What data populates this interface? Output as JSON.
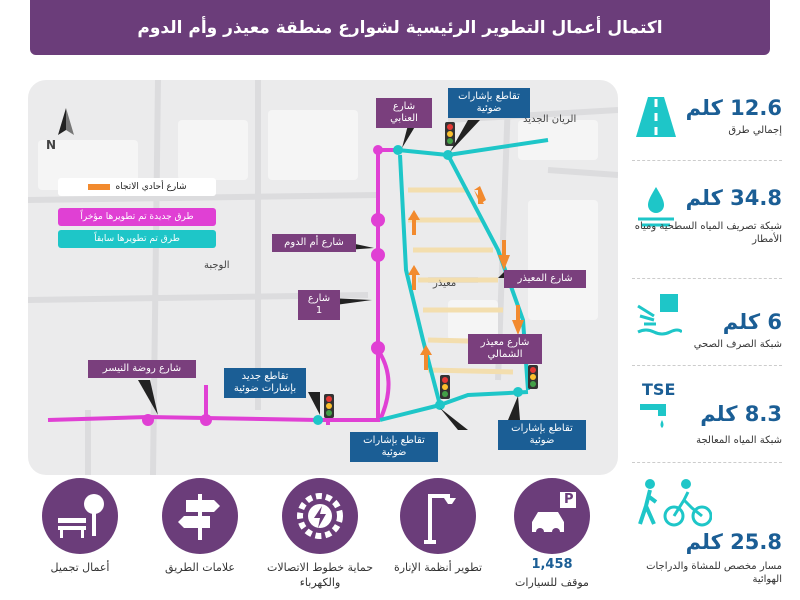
{
  "title": "اكتمال أعمال التطوير الرئيسية لشوارع منطقة معيذر وأم الدوم",
  "map": {
    "north": "N",
    "legend": {
      "one_way": "شارع أحادي الاتجاه",
      "new_roads": "طرق جديدة تم تطويرها مؤخراً",
      "old_roads": "طرق تم تطويرها سابقاً"
    },
    "areas": {
      "rayyan": "الريان الجديد",
      "wajba": "الوجبة",
      "muaither": "معيذر"
    },
    "streets": {
      "anabi": "شارع العنابي",
      "umm_aldoom": "شارع أم الدوم",
      "street1": "شارع 1",
      "rawdat": "شارع روضة النيسر",
      "muaither": "شارع المعيذر",
      "muaither_north": "شارع معيذر الشمالي"
    },
    "intersections": {
      "signal_top": "تقاطع بإشارات ضوئية",
      "new_signal": "تقاطع جديد بإشارات ضوئية",
      "signal_bottom_mid": "تقاطع بإشارات ضوئية",
      "signal_bottom_right": "تقاطع بإشارات ضوئية"
    }
  },
  "stats": [
    {
      "number": "12.6 كلم",
      "label": "إجمالي طرق",
      "icon": "road-icon"
    },
    {
      "number": "34.8 كلم",
      "label": "شبكة تصريف المياه السطحية ومياه الأمطار",
      "icon": "rain-drain-icon"
    },
    {
      "number": "6 كلم",
      "label": "شبكة الصرف الصحي",
      "icon": "sewage-icon"
    },
    {
      "number": "8.3 كلم",
      "label": "شبكة المياه المعالجة",
      "icon": "tse-tap-icon",
      "icon_text": "TSE"
    },
    {
      "number": "25.8 كلم",
      "label": "مسار مخصص للمشاة والدراجات الهوائية",
      "icon": "pedestrian-cyclist-icon"
    }
  ],
  "bottom": [
    {
      "label": "أعمال تجميل",
      "icon": "park-bench-icon"
    },
    {
      "label": "علامات الطريق",
      "icon": "road-sign-icon"
    },
    {
      "label": "حماية خطوط الاتصالات والكهرباء",
      "icon": "power-protection-icon"
    },
    {
      "label": "تطوير أنظمة الإنارة",
      "icon": "street-light-icon"
    },
    {
      "number": "1,458",
      "label": "موقف للسيارات",
      "icon": "car-parking-icon",
      "icon_text": "P"
    }
  ],
  "colors": {
    "purple": "#6b3d7a",
    "magenta": "#e040d4",
    "cyan": "#1ec6c8",
    "blue": "#1b5e95",
    "orange": "#f28a2e"
  }
}
